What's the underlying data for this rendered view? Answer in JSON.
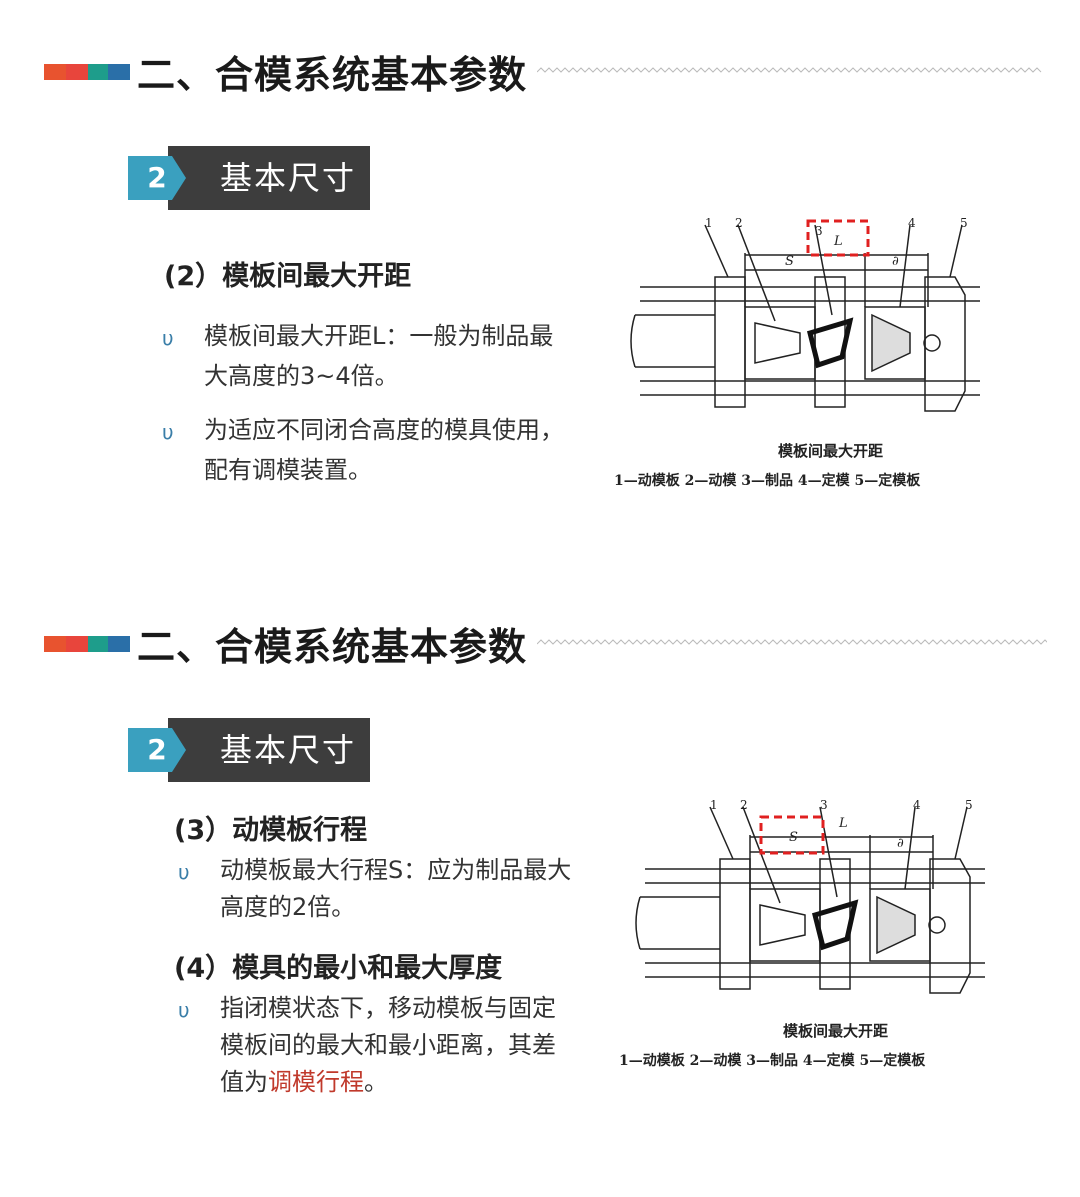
{
  "colors": {
    "accent_blue": "#3aa0bf",
    "dark_box": "#3d3d3d",
    "highlight_red": "#c0392b",
    "bars": [
      "#e8532f",
      "#e8453c",
      "#1e9d8b",
      "#2a6fa8"
    ]
  },
  "slides": [
    {
      "header": {
        "title": "二、合模系统基本参数"
      },
      "section": {
        "number": "2",
        "label": "基本尺寸"
      },
      "subsections": [
        {
          "title": "(2）模板间最大开距",
          "bullets": [
            {
              "mark": "υ",
              "lines": [
                "模板间最大开距L：一般为制品最",
                "大高度的3~4倍。"
              ]
            },
            {
              "mark": "υ",
              "lines": [
                "为适应不同闭合高度的模具使用，",
                "配有调模装置。"
              ]
            }
          ]
        }
      ],
      "figure": {
        "caption": "模板间最大开距",
        "legend": "1—动模板   2—动模   3—制品   4—定模   5—定模板",
        "labels": {
          "n1": "1",
          "n2": "2",
          "n3": "3",
          "n4": "4",
          "n5": "5",
          "s": "S",
          "l": "L",
          "d": "∂"
        }
      }
    },
    {
      "header": {
        "title": "二、合模系统基本参数"
      },
      "section": {
        "number": "2",
        "label": "基本尺寸"
      },
      "subsections": [
        {
          "title": "(3）动模板行程",
          "bullets": [
            {
              "mark": "υ",
              "lines": [
                "动模板最大行程S：应为制品最大",
                "高度的2倍。"
              ]
            }
          ]
        },
        {
          "title": "(4）模具的最小和最大厚度",
          "bullets": [
            {
              "mark": "υ",
              "lines": [
                "指闭模状态下，移动模板与固定",
                "模板间的最大和最小距离，其差"
              ],
              "last_prefix": "值为",
              "last_highlight": "调模行程",
              "last_suffix": "。"
            }
          ]
        }
      ],
      "figure": {
        "caption": "模板间最大开距",
        "legend": "1—动模板   2—动模   3—制品   4—定模   5—定模板",
        "labels": {
          "n1": "1",
          "n2": "2",
          "n3": "3",
          "n4": "4",
          "n5": "5",
          "s": "S",
          "l": "L",
          "d": "∂"
        }
      }
    }
  ]
}
